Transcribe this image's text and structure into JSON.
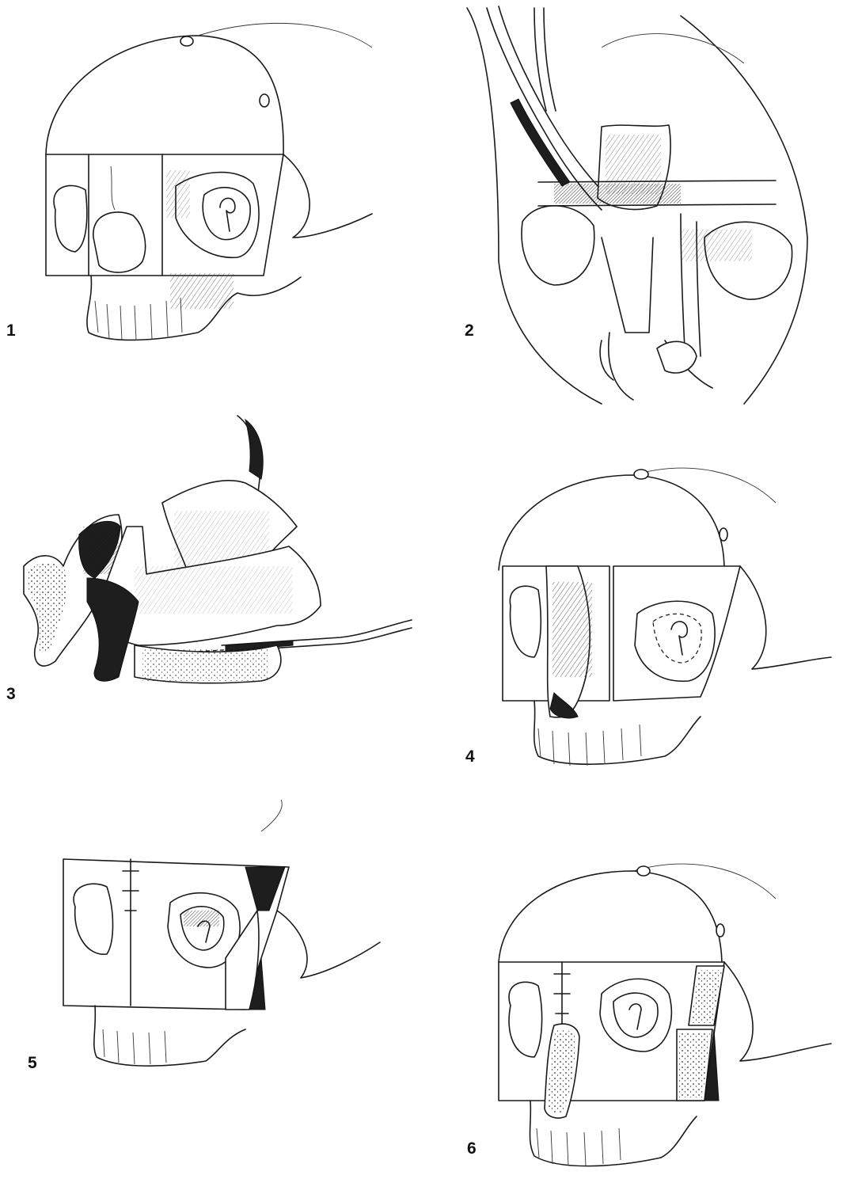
{
  "figure": {
    "panels": [
      {
        "label": "1",
        "content": "skull-front-oblique-osteotomy"
      },
      {
        "label": "2",
        "content": "exposure-with-retractors"
      },
      {
        "label": "3",
        "content": "fragment-sagittal-view"
      },
      {
        "label": "4",
        "content": "skull-bone-flap-elevated"
      },
      {
        "label": "5",
        "content": "skull-flap-repositioned"
      },
      {
        "label": "6",
        "content": "skull-flap-grafted"
      }
    ]
  }
}
